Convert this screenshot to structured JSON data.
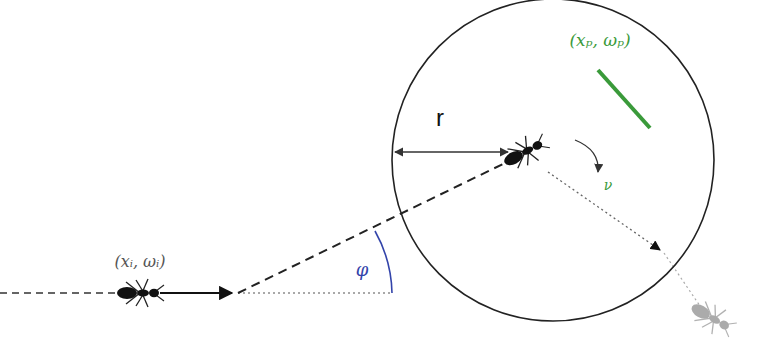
{
  "diagram": {
    "nodes": [
      {
        "text": [
          "r",
          "(xₚ, ωₚ)",
          "ν"
        ]
      }
    ],
    "labels": [
      "(xᵢ, ωᵢ)",
      "φ"
    ]
  }
}
